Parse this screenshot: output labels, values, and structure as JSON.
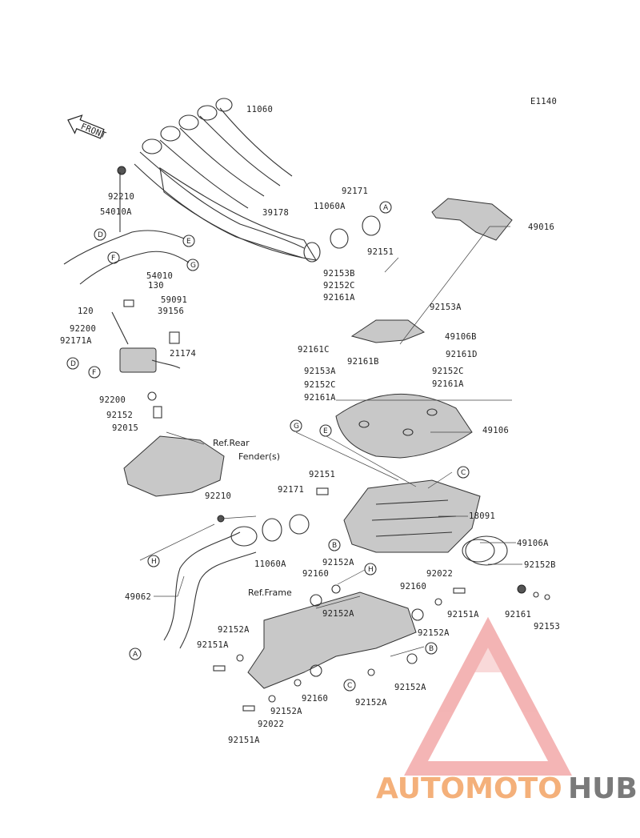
{
  "diagram_code": "E1140",
  "front_arrow_label": "FRONT",
  "part_labels": [
    {
      "id": "11060",
      "text": "11060"
    },
    {
      "id": "92210_top",
      "text": "92210"
    },
    {
      "id": "54010A",
      "text": "54010A"
    },
    {
      "id": "92171_top",
      "text": "92171"
    },
    {
      "id": "11060A_top",
      "text": "11060A"
    },
    {
      "id": "39178",
      "text": "39178"
    },
    {
      "id": "49016",
      "text": "49016"
    },
    {
      "id": "92151_top",
      "text": "92151"
    },
    {
      "id": "54010",
      "text": "54010"
    },
    {
      "id": "130",
      "text": "130"
    },
    {
      "id": "92153B",
      "text": "92153B"
    },
    {
      "id": "92152C_a",
      "text": "92152C"
    },
    {
      "id": "92161A_a",
      "text": "92161A"
    },
    {
      "id": "59091",
      "text": "59091"
    },
    {
      "id": "39156",
      "text": "39156"
    },
    {
      "id": "120",
      "text": "120"
    },
    {
      "id": "92153A_a",
      "text": "92153A"
    },
    {
      "id": "92200_a",
      "text": "92200"
    },
    {
      "id": "49106B",
      "text": "49106B"
    },
    {
      "id": "92171A",
      "text": "92171A"
    },
    {
      "id": "92161C",
      "text": "92161C"
    },
    {
      "id": "21174",
      "text": "21174"
    },
    {
      "id": "92161D",
      "text": "92161D"
    },
    {
      "id": "92161B",
      "text": "92161B"
    },
    {
      "id": "92153A_b",
      "text": "92153A"
    },
    {
      "id": "92152C_b",
      "text": "92152C"
    },
    {
      "id": "92152C_c",
      "text": "92152C"
    },
    {
      "id": "92161A_b",
      "text": "92161A"
    },
    {
      "id": "92161A_c",
      "text": "92161A"
    },
    {
      "id": "92200_b",
      "text": "92200"
    },
    {
      "id": "92152_a",
      "text": "92152"
    },
    {
      "id": "92015",
      "text": "92015"
    },
    {
      "id": "49106",
      "text": "49106"
    },
    {
      "id": "92151_mid",
      "text": "92151"
    },
    {
      "id": "92171_mid",
      "text": "92171"
    },
    {
      "id": "92210_mid",
      "text": "92210"
    },
    {
      "id": "18091",
      "text": "18091"
    },
    {
      "id": "49106A",
      "text": "49106A"
    },
    {
      "id": "92152A_a",
      "text": "92152A"
    },
    {
      "id": "11060A_mid",
      "text": "11060A"
    },
    {
      "id": "92160_a",
      "text": "92160"
    },
    {
      "id": "92022_a",
      "text": "92022"
    },
    {
      "id": "92152B",
      "text": "92152B"
    },
    {
      "id": "49062",
      "text": "49062"
    },
    {
      "id": "92160_b",
      "text": "92160"
    },
    {
      "id": "92152A_b",
      "text": "92152A"
    },
    {
      "id": "92151A_a",
      "text": "92151A"
    },
    {
      "id": "92161",
      "text": "92161"
    },
    {
      "id": "92153",
      "text": "92153"
    },
    {
      "id": "92152A_c",
      "text": "92152A"
    },
    {
      "id": "92151A_b",
      "text": "92151A"
    },
    {
      "id": "92152A_d",
      "text": "92152A"
    },
    {
      "id": "92160_c",
      "text": "92160"
    },
    {
      "id": "92152A_e",
      "text": "92152A"
    },
    {
      "id": "92152A_f",
      "text": "92152A"
    },
    {
      "id": "92022_b",
      "text": "92022"
    },
    {
      "id": "92151A_c",
      "text": "92151A"
    }
  ],
  "reference_notes": [
    {
      "id": "ref_rear_fender_1",
      "text": "Ref.Rear"
    },
    {
      "id": "ref_rear_fender_2",
      "text": "Fender(s)"
    },
    {
      "id": "ref_frame",
      "text": "Ref.Frame"
    }
  ],
  "circle_refs": [
    "A",
    "D",
    "E",
    "F",
    "G",
    "D",
    "F",
    "G",
    "E",
    "C",
    "H",
    "B",
    "H",
    "A",
    "B",
    "C"
  ],
  "watermark": {
    "part1": "AUTOMOTO",
    "part2": "HUB",
    "colors": {
      "accent": "#f4b07a",
      "grey": "#7a7a7a",
      "logo": "#f2a8a8"
    }
  }
}
